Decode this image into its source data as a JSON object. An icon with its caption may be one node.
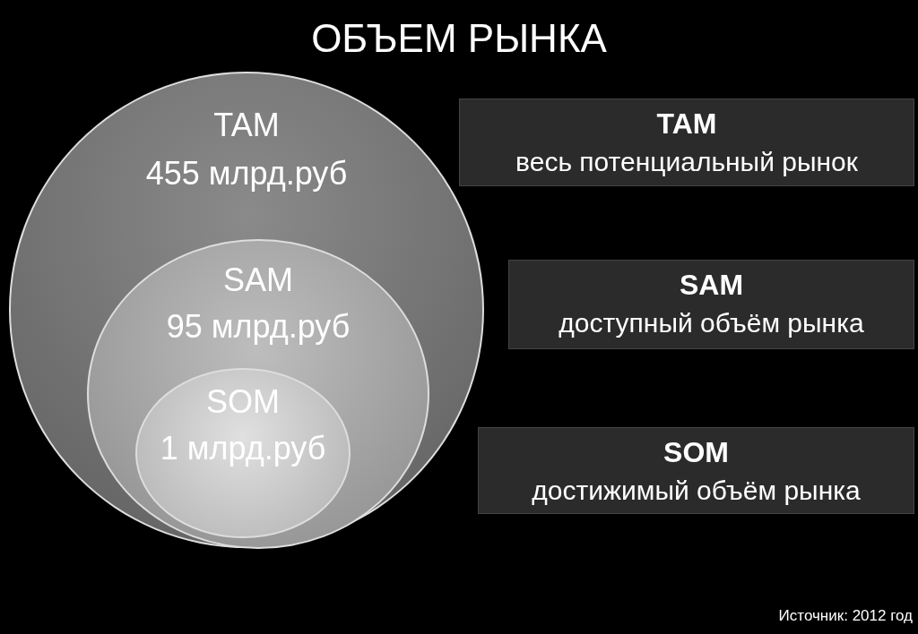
{
  "diagram": {
    "title": "ОБЪЕМ РЫНКА",
    "nodes": [
      {
        "text": [
          "TAM",
          "455 млрд.руб"
        ]
      },
      {
        "text": [
          "SAM",
          "95 млрд.руб"
        ],
        "in": 0
      },
      {
        "text": [
          "SOM",
          "1 млрд.руб"
        ],
        "in": 1
      },
      {
        "text": [
          "TAM",
          "весь потенциальный рынок"
        ]
      },
      {
        "text": [
          "SAM",
          "доступный объём рынка"
        ]
      },
      {
        "text": [
          "SOM",
          "достижимый объём рынка"
        ]
      }
    ],
    "labels": [
      "Источник: 2012 год"
    ]
  }
}
